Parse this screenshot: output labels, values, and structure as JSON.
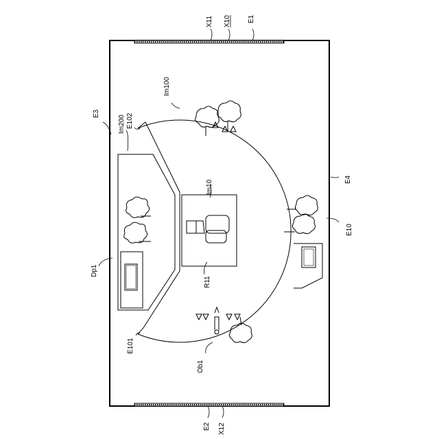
{
  "figure": {
    "labels": {
      "x11": "X11",
      "x10": "X10",
      "e1": "E1",
      "e2": "E2",
      "x12": "X12",
      "e3": "E3",
      "e4": "E4",
      "e10": "E10",
      "e101": "E101",
      "e102": "E102",
      "im100": "Im100",
      "im200": "Im200",
      "im10": "Im10",
      "r11": "R11",
      "ob1": "Ob1",
      "dp1": "Dp1"
    }
  }
}
